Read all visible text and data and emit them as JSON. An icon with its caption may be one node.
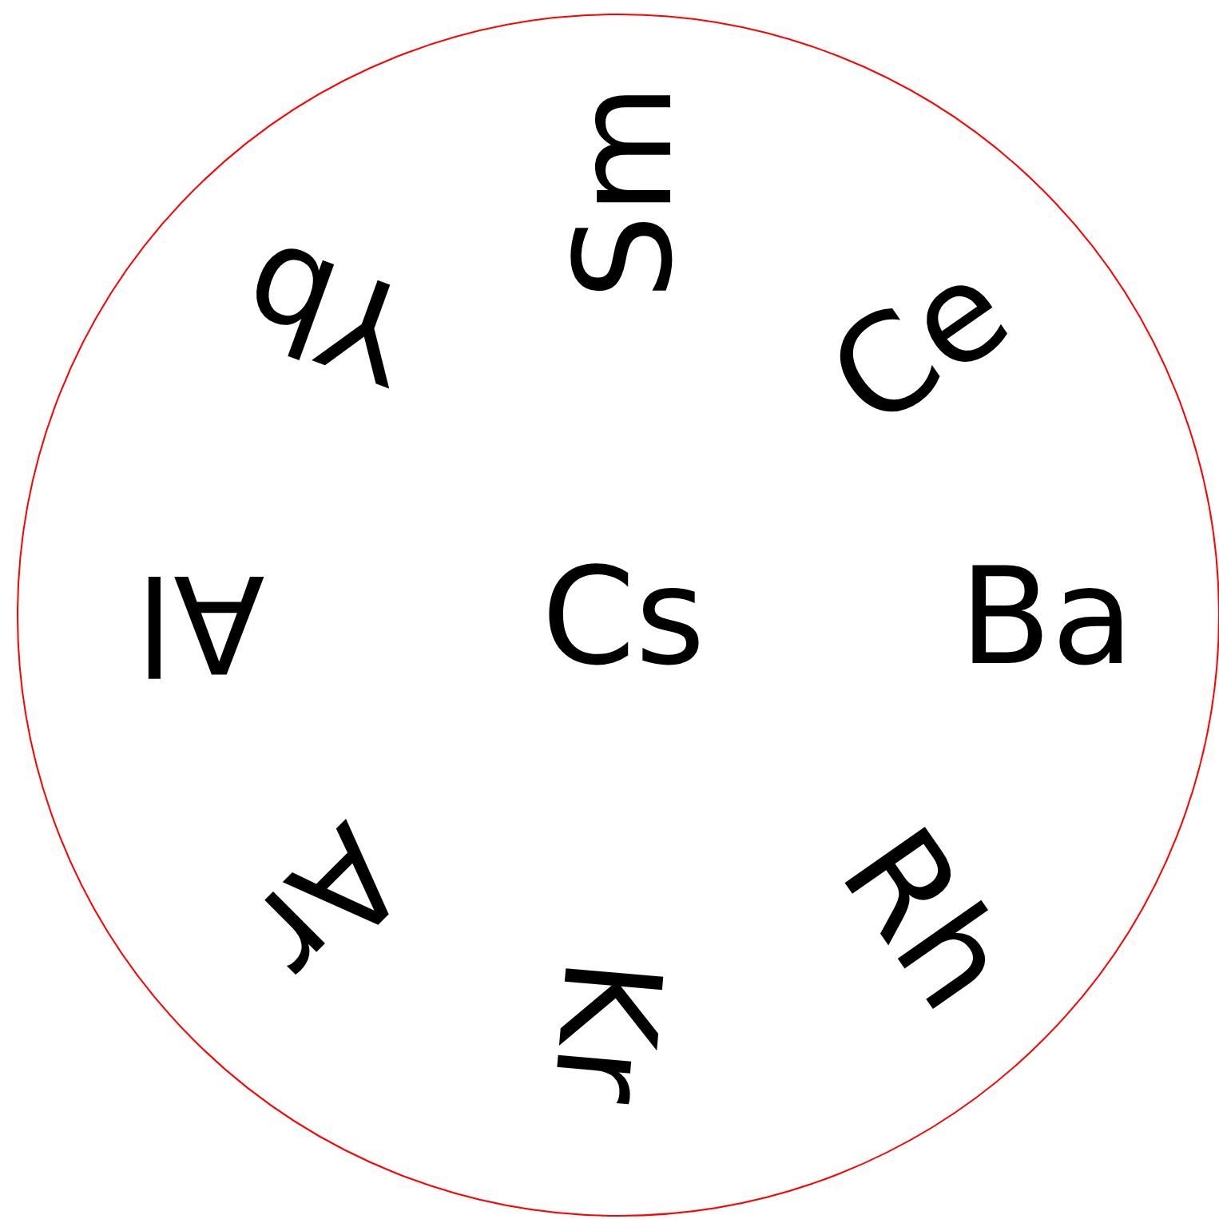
{
  "diagram": {
    "nodes": [
      {
        "text": [
          "Cs",
          "Sm",
          "Ce",
          "Ba",
          "Rh",
          "Kr",
          "Ar",
          "Al",
          "Yb"
        ]
      }
    ]
  }
}
